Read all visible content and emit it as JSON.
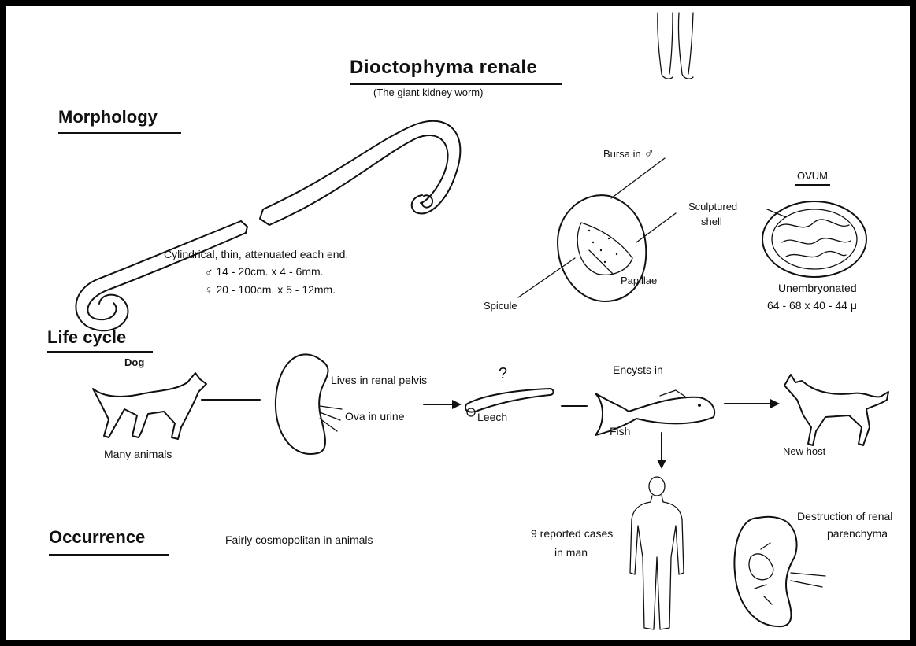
{
  "title": "Dioctophyma   renale",
  "subtitle": "(The   giant  kidney  worm)",
  "sections": {
    "morphology": "Morphology",
    "life_cycle": "Life cycle",
    "occurrence": "Occurrence"
  },
  "morphology": {
    "description": "Cylindrical, thin, attenuated each  end.",
    "male_size": "14 - 20cm. x  4 - 6mm.",
    "female_size": "20 - 100cm. x  5 - 12mm.",
    "male_symbol": "♂",
    "female_symbol": "♀",
    "bursa_label": "Bursa  in",
    "spicule_label": "Spicule",
    "papillae_label": "Papillae",
    "ovum_heading": "OVUM",
    "sculptured_label_1": "Sculptured",
    "sculptured_label_2": "shell",
    "ovum_state": "Unembryonated",
    "ovum_size": "64 - 68 x 40 - 44 μ"
  },
  "life_cycle": {
    "dog": "Dog",
    "many_animals": "Many  animals",
    "lives_in": "Lives in renal pelvis",
    "ova": "Ova  in urine",
    "question": "?",
    "leech": "Leech",
    "encysts": "Encysts in",
    "fish": "Fish",
    "new_host": "New host"
  },
  "occurrence": {
    "text": "Fairly cosmopolitan in animals",
    "cases_1": "9 reported cases",
    "cases_2": "in  man",
    "destruction_1": "Destruction of renal",
    "destruction_2": "parenchyma"
  }
}
